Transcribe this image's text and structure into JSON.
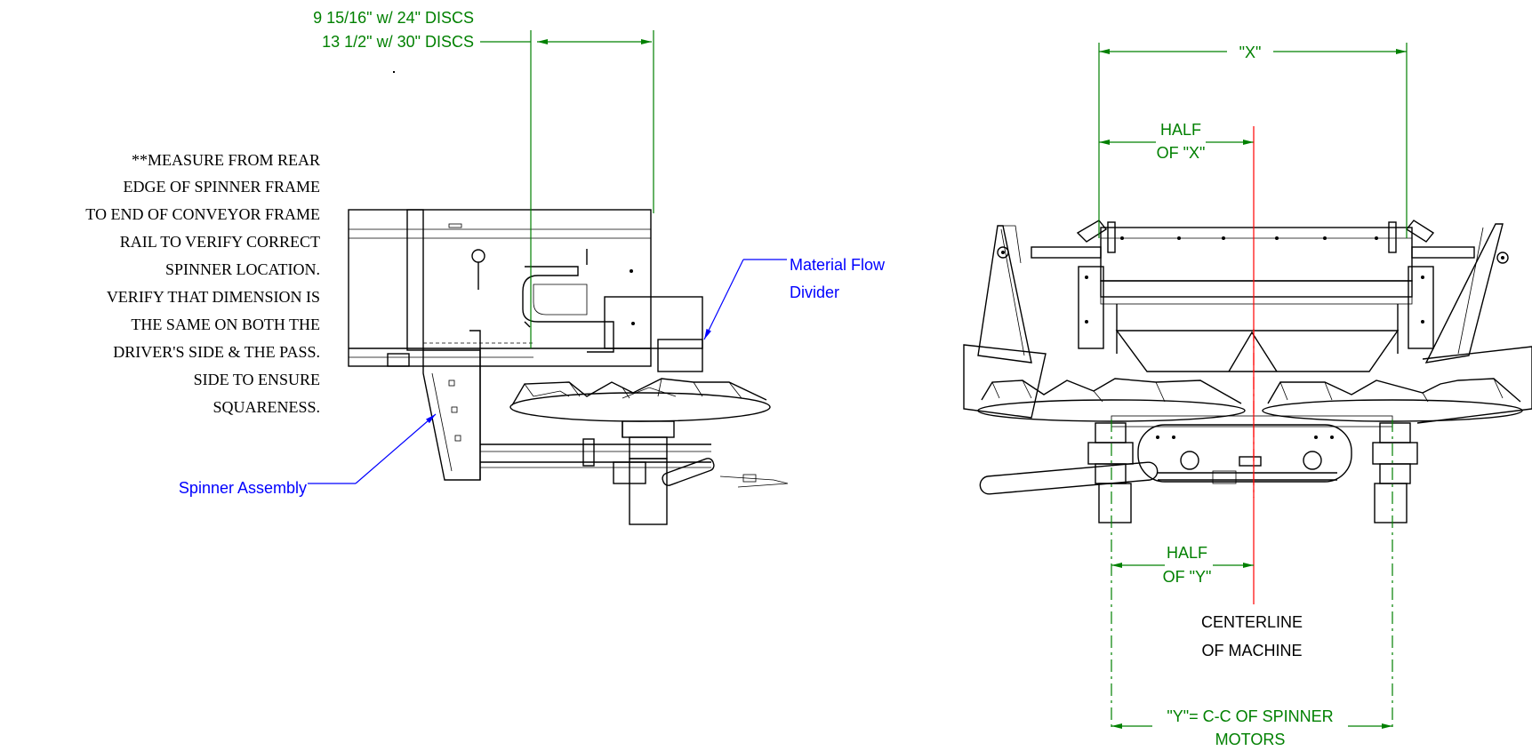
{
  "colors": {
    "dimension": "#008000",
    "centerline": "#ff0000",
    "callout": "#0000ff",
    "drawing": "#000000"
  },
  "left_view": {
    "disc_dim_line1": "9 15/16\" w/ 24\" DISCS",
    "disc_dim_line2": "13 1/2\" w/ 30\" DISCS",
    "note_lines": [
      "**MEASURE FROM REAR",
      "EDGE OF SPINNER FRAME",
      "TO END OF CONVEYOR FRAME",
      "RAIL TO VERIFY CORRECT",
      "SPINNER LOCATION.",
      "VERIFY THAT DIMENSION IS",
      "THE SAME ON BOTH THE",
      "DRIVER'S SIDE & THE PASS.",
      "SIDE TO ENSURE",
      "SQUARENESS."
    ],
    "callout_flow_divider_line1": "Material Flow",
    "callout_flow_divider_line2": "Divider",
    "callout_spinner_assembly": "Spinner Assembly"
  },
  "right_view": {
    "dim_x": "\"X\"",
    "half_x_line1": "HALF",
    "half_x_line2": "OF \"X\"",
    "half_y_line1": "HALF",
    "half_y_line2": "OF \"Y\"",
    "centerline_line1": "CENTERLINE",
    "centerline_line2": "OF MACHINE",
    "dim_y_line1": "\"Y\"= C-C OF SPINNER",
    "dim_y_line2": "MOTORS"
  }
}
